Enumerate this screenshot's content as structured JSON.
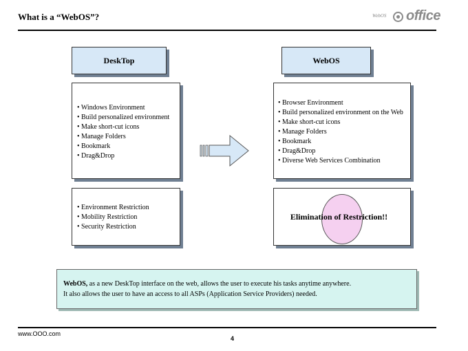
{
  "header": {
    "title": "What is a “WebOS”?",
    "logo_small": "WebOS",
    "logo_text": "office"
  },
  "columns": {
    "desktop": {
      "heading": "DeskTop",
      "features": [
        "Windows Environment",
        "Build personalized environment",
        "Make short-cut icons",
        "Manage Folders",
        "Bookmark",
        "Drag&Drop"
      ],
      "restrictions": [
        "Environment Restriction",
        "Mobility Restriction",
        "Security Restriction"
      ]
    },
    "webos": {
      "heading": "WebOS",
      "features": [
        "Browser Environment",
        "Build personalized environment on the Web",
        "Make short-cut icons",
        "Manage Folders",
        "Bookmark",
        "Drag&Drop",
        "Diverse Web Services Combination"
      ],
      "elimination": "Elimination of Restriction!!"
    }
  },
  "summary": {
    "term": "WebOS,",
    "line1_rest": " as a new DeskTop interface on the web, allows the user to execute his tasks anytime anywhere.",
    "line2": "It also allows the user to have an access to all ASPs (Application Service Providers) needed."
  },
  "footer": {
    "url": "www.OOO.com",
    "page": "4"
  },
  "colors": {
    "heading_fill": "#d7e8f7",
    "summary_fill": "#d6f4f0",
    "ellipse_fill": "#f5d0f0",
    "arrow_fill": "#d7e8f7"
  }
}
